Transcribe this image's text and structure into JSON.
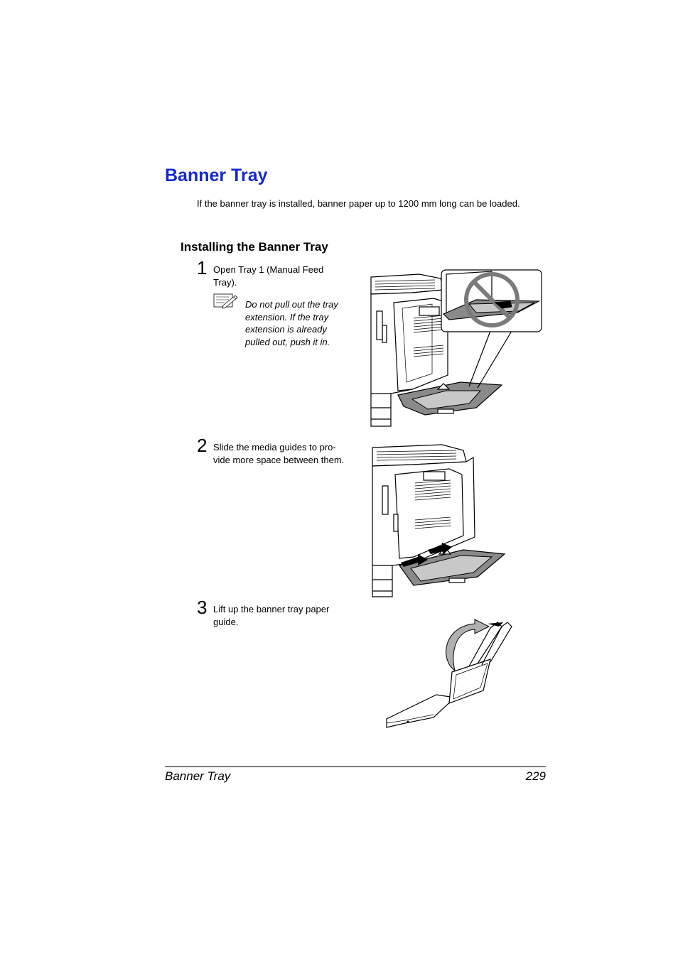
{
  "page": {
    "title": "Banner Tray",
    "intro": "If the banner tray is installed, banner paper up to 1200 mm long can be loaded.",
    "section_heading": "Installing the Banner Tray"
  },
  "steps": [
    {
      "number": "1",
      "line1": "Open Tray 1 (Manual Feed",
      "line2": "Tray)."
    },
    {
      "number": "2",
      "line1": "Slide the media guides to pro-",
      "line2": "vide more space between them."
    },
    {
      "number": "3",
      "line1": "Lift up the banner tray paper",
      "line2": "guide."
    }
  ],
  "note": {
    "icon": "note-pencil-icon",
    "line1": "Do not pull out the tray",
    "line2": "extension. If the tray",
    "line3": "extension is already",
    "line4": "pulled out, push it in."
  },
  "illustrations": [
    {
      "icon": "printer-tray-open-no-extension-icon"
    },
    {
      "icon": "printer-slide-media-guides-icon"
    },
    {
      "icon": "banner-tray-paper-guide-lift-icon"
    }
  ],
  "footer": {
    "section": "Banner Tray",
    "page_number": "229"
  }
}
